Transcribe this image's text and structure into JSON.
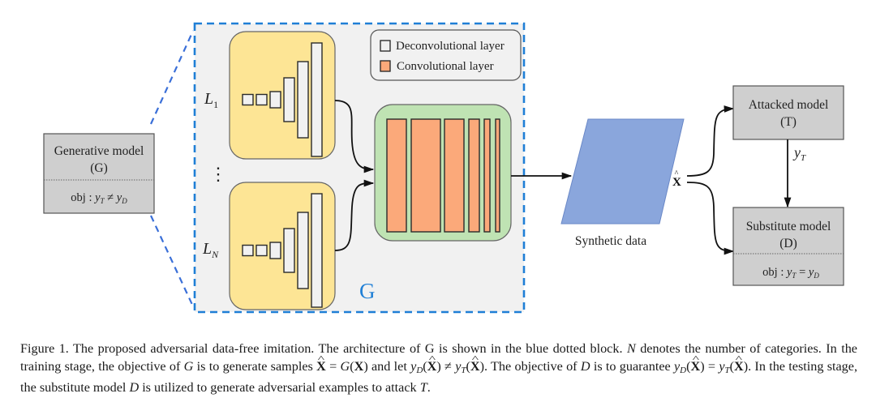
{
  "figure": {
    "generative_model": {
      "title": "Generative model",
      "symbol": "(G)",
      "obj_label": "obj",
      "obj_expr": {
        "lhs": "y",
        "lhs_sub": "T",
        "op": "≠",
        "rhs": "y",
        "rhs_sub": "D"
      }
    },
    "g_block": {
      "label": "G",
      "border_color": "#1f7fd6",
      "background": "#f1f1f1",
      "branch_labels": [
        {
          "main": "L",
          "sub": "1"
        },
        {
          "main": "L",
          "sub": "N"
        }
      ],
      "ellipsis": "⋮",
      "legend": {
        "items": [
          {
            "label": "Deconvolutional layer",
            "swatch": "#f1f1f1"
          },
          {
            "label": "Convolutional layer",
            "swatch": "#fba97a"
          }
        ]
      },
      "deconv_block_color": "#fde595",
      "conv_block_color": "#bfe3b3",
      "conv_layer_color": "#fba97a",
      "deconv_layer_color": "#f1f1f1"
    },
    "synthetic_data": {
      "label": "Synthetic data",
      "color": "#8aa6dc",
      "output_symbol": "X"
    },
    "attacked_model": {
      "title": "Attacked model",
      "symbol": "(T)"
    },
    "edge_label": {
      "main": "y",
      "sub": "T"
    },
    "substitute_model": {
      "title": "Substitute model",
      "symbol": "(D)",
      "obj_label": "obj",
      "obj_expr": {
        "lhs": "y",
        "lhs_sub": "T",
        "op": "=",
        "rhs": "y",
        "rhs_sub": "D"
      }
    },
    "box_color": "#cfcfcf"
  },
  "caption": {
    "figure_label": "Figure 1.",
    "s1": " The proposed adversarial data-free imitation. The architecture of G is shown in the blue dotted block. ",
    "N": "N",
    "s2": " denotes the number of categories. In the training stage, the objective of ",
    "G1": "G",
    "s3": " is to generate samples ",
    "X": "X",
    "eq": " = ",
    "G2": "G",
    "paren_open": "(",
    "paren_close": ")",
    "s4": " and let ",
    "y": "y",
    "D": "D",
    "T": "T",
    "neq": " ≠ ",
    "s5": ". The objective of ",
    "D1": "D",
    "s6": " is to guarantee ",
    "s7": ". In the testing stage, the substitute model ",
    "D2": "D",
    "s8": " is utilized to generate adversarial examples to attack ",
    "T_end": "T",
    "period": "."
  }
}
